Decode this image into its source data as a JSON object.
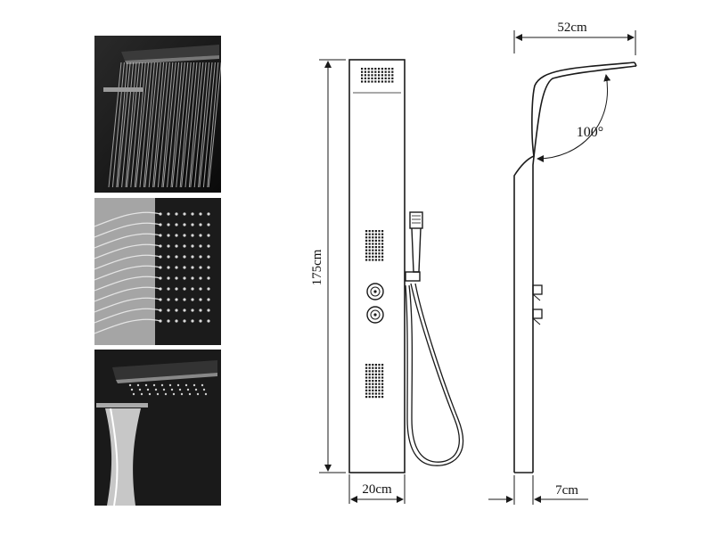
{
  "photos": [
    {
      "subject": "rain shower head spraying"
    },
    {
      "subject": "body massage jets spraying"
    },
    {
      "subject": "waterfall spout flowing"
    }
  ],
  "dimensions": {
    "height": "175cm",
    "panel_width": "20cm",
    "arm_reach": "52cm",
    "angle": "100°",
    "depth": "7cm"
  },
  "colors": {
    "outline": "#1a1a1a",
    "photo_bg": "#141414",
    "water": "#d8d8d8"
  }
}
